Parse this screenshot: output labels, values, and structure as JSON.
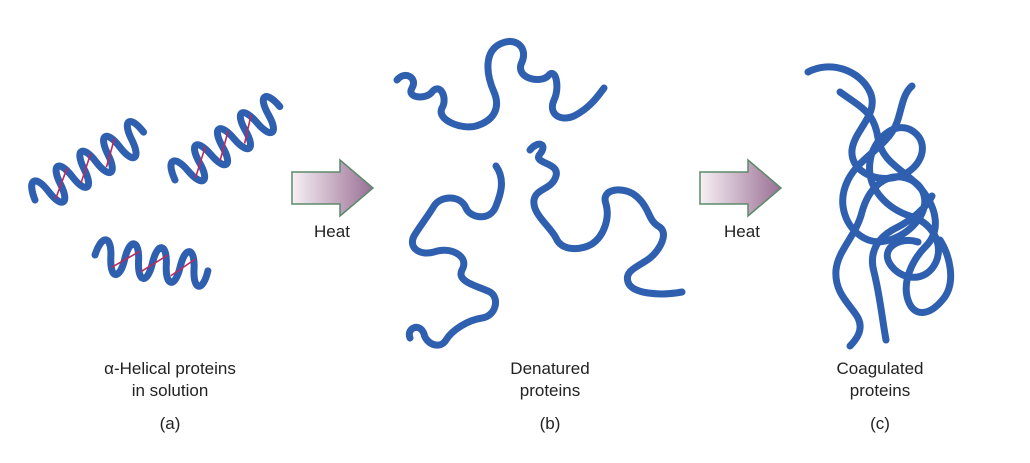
{
  "panels": [
    {
      "id": "a",
      "caption_lines": [
        "α-Helical proteins",
        "in solution"
      ],
      "tag": "(a)"
    },
    {
      "id": "b",
      "caption_lines": [
        "Denatured",
        "proteins"
      ],
      "tag": "(b)"
    },
    {
      "id": "c",
      "caption_lines": [
        "Coagulated",
        "proteins"
      ],
      "tag": "(c)"
    }
  ],
  "arrows": [
    {
      "label": "Heat"
    },
    {
      "label": "Heat"
    }
  ],
  "colors": {
    "strand": "#2f5faf",
    "hbond": "#c0285a",
    "arrow_fill_start": "#f7f0f5",
    "arrow_fill_end": "#9a6f94",
    "arrow_stroke": "#5c8a6a"
  },
  "icons": [
    "protein-helix",
    "random-coil",
    "tangled-aggregate",
    "right-arrow"
  ]
}
